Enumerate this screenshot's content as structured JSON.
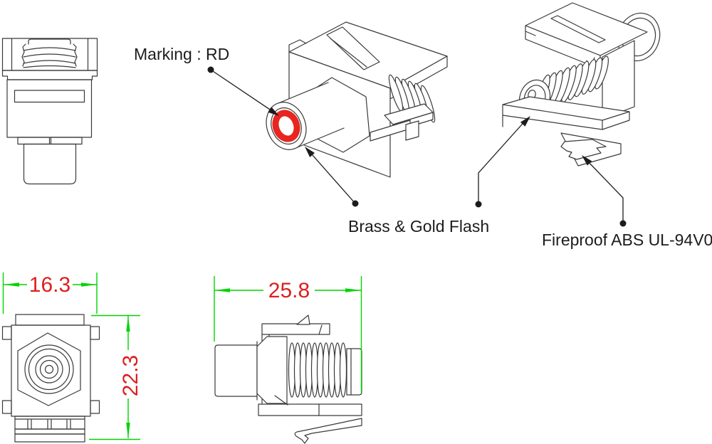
{
  "labels": {
    "marking": "Marking : RD",
    "brass": "Brass & Gold Flash",
    "fireproof": "Fireproof ABS UL-94V0"
  },
  "dimensions": {
    "front_width_mm": "16.3",
    "front_height_mm": "22.3",
    "side_depth_mm": "25.8"
  },
  "colors": {
    "line": "#3a3a3a",
    "leader": "#1c1c1c",
    "dimension_text": "#dd1f1f",
    "dimension_line": "#00d400",
    "marking_ring": "#e8251f"
  }
}
